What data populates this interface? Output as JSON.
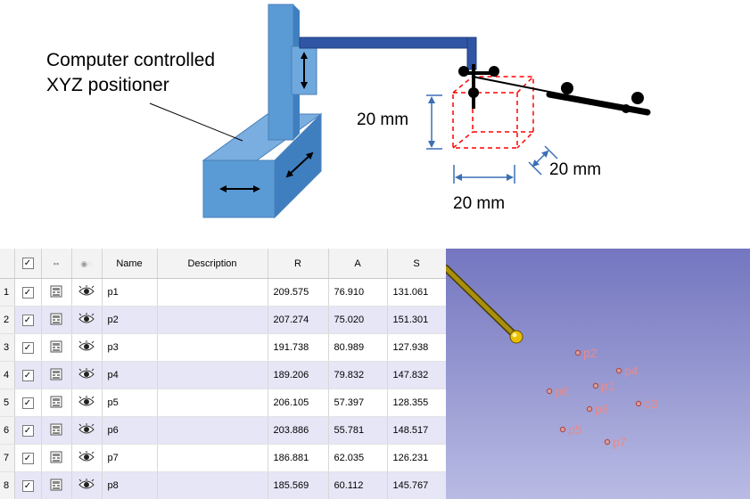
{
  "diagram": {
    "positioner_label_line1": "Computer controlled",
    "positioner_label_line2": "XYZ positioner",
    "height_label": "20 mm",
    "depth_label": "20 mm",
    "width_label": "20 mm"
  },
  "table": {
    "headers": {
      "name": "Name",
      "description": "Description",
      "r": "R",
      "a": "A",
      "s": "S"
    },
    "rows": [
      {
        "index": "1",
        "name": "p1",
        "r": "209.575",
        "a": "76.910",
        "s": "131.061"
      },
      {
        "index": "2",
        "name": "p2",
        "r": "207.274",
        "a": "75.020",
        "s": "151.301"
      },
      {
        "index": "3",
        "name": "p3",
        "r": "191.738",
        "a": "80.989",
        "s": "127.938"
      },
      {
        "index": "4",
        "name": "p4",
        "r": "189.206",
        "a": "79.832",
        "s": "147.832"
      },
      {
        "index": "5",
        "name": "p5",
        "r": "206.105",
        "a": "57.397",
        "s": "128.355"
      },
      {
        "index": "6",
        "name": "p6",
        "r": "203.886",
        "a": "55.781",
        "s": "148.517"
      },
      {
        "index": "7",
        "name": "p7",
        "r": "186.881",
        "a": "62.035",
        "s": "126.231"
      },
      {
        "index": "8",
        "name": "p8",
        "r": "185.569",
        "a": "60.112",
        "s": "145.767"
      }
    ]
  },
  "view3d": {
    "points": [
      "p1",
      "p2",
      "p3",
      "p4",
      "p5",
      "p6",
      "p7",
      "p8"
    ]
  },
  "colors": {
    "positioner_blue": "#5b9bd5",
    "arm_blue": "#2f55a4",
    "cube_red": "#ff0000",
    "fiducial_label": "#e98a8a",
    "row_alt": "#e6e6f7"
  }
}
